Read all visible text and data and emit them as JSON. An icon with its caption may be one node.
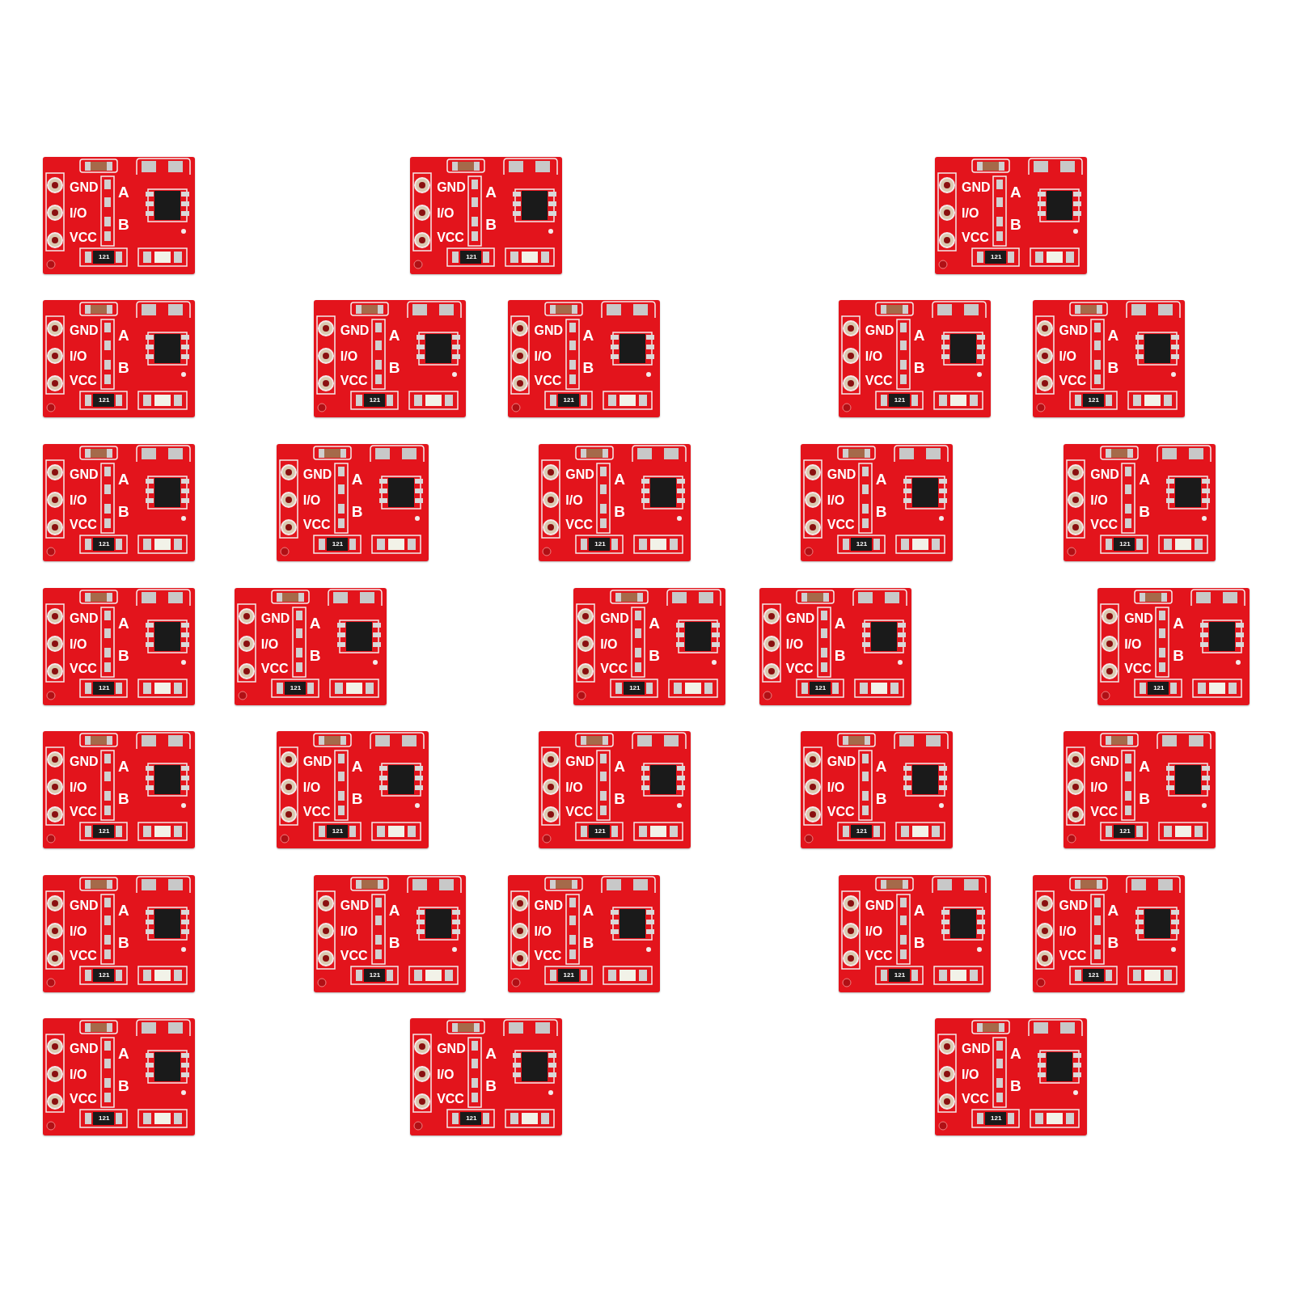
{
  "diagram": {
    "nodes": [
      {
        "text": [
          "GND",
          "I/O",
          "VCC",
          "A",
          "B",
          "121"
        ]
      },
      {
        "text": [
          "GND",
          "I/O",
          "VCC",
          "A",
          "B",
          "121"
        ]
      },
      {
        "text": [
          "GND",
          "I/O",
          "VCC",
          "A",
          "B",
          "121"
        ]
      },
      {
        "text": [
          "GND",
          "I/O",
          "VCC",
          "A",
          "B",
          "121"
        ]
      },
      {
        "text": [
          "GND",
          "I/O",
          "VCC",
          "A",
          "B",
          "121"
        ]
      },
      {
        "text": [
          "GND",
          "I/O",
          "VCC",
          "A",
          "B",
          "121"
        ]
      },
      {
        "text": [
          "GND",
          "I/O",
          "VCC",
          "A",
          "B",
          "121"
        ]
      },
      {
        "text": [
          "GND",
          "I/O",
          "VCC",
          "A",
          "B",
          "121"
        ]
      },
      {
        "text": [
          "GND",
          "I/O",
          "VCC",
          "A",
          "B",
          "121"
        ]
      },
      {
        "text": [
          "GND",
          "I/O",
          "VCC",
          "A",
          "B",
          "121"
        ]
      },
      {
        "text": [
          "GND",
          "I/O",
          "VCC",
          "A",
          "B",
          "121"
        ]
      },
      {
        "text": [
          "GND",
          "I/O",
          "VCC",
          "A",
          "B",
          "121"
        ]
      },
      {
        "text": [
          "GND",
          "I/O",
          "VCC",
          "A",
          "B",
          "121"
        ]
      },
      {
        "text": [
          "GND",
          "I/O",
          "VCC",
          "A",
          "B",
          "121"
        ]
      },
      {
        "text": [
          "GND",
          "I/O",
          "VCC",
          "A",
          "B",
          "121"
        ]
      },
      {
        "text": [
          "GND",
          "I/O",
          "VCC",
          "A",
          "B",
          "121"
        ]
      },
      {
        "text": [
          "GND",
          "I/O",
          "VCC",
          "A",
          "B",
          "121"
        ]
      },
      {
        "text": [
          "GND",
          "I/O",
          "VCC",
          "A",
          "B",
          "121"
        ]
      },
      {
        "text": [
          "GND",
          "I/O",
          "VCC",
          "A",
          "B",
          "121"
        ]
      },
      {
        "text": [
          "GND",
          "I/O",
          "VCC",
          "A",
          "B",
          "121"
        ]
      },
      {
        "text": [
          "GND",
          "I/O",
          "VCC",
          "A",
          "B",
          "121"
        ]
      },
      {
        "text": [
          "GND",
          "I/O",
          "VCC",
          "A",
          "B",
          "121"
        ]
      },
      {
        "text": [
          "GND",
          "I/O",
          "VCC",
          "A",
          "B",
          "121"
        ]
      },
      {
        "text": [
          "GND",
          "I/O",
          "VCC",
          "A",
          "B",
          "121"
        ]
      },
      {
        "text": [
          "GND",
          "I/O",
          "VCC",
          "A",
          "B",
          "121"
        ]
      },
      {
        "text": [
          "GND",
          "I/O",
          "VCC",
          "A",
          "B",
          "121"
        ]
      },
      {
        "text": [
          "GND",
          "I/O",
          "VCC",
          "A",
          "B",
          "121"
        ]
      },
      {
        "text": [
          "GND",
          "I/O",
          "VCC",
          "A",
          "B",
          "121"
        ]
      },
      {
        "text": [
          "GND",
          "I/O",
          "VCC",
          "A",
          "B",
          "121"
        ]
      },
      {
        "text": [
          "GND",
          "I/O",
          "VCC",
          "A",
          "B",
          "121"
        ]
      },
      {
        "text": [
          "GND",
          "I/O",
          "VCC",
          "A",
          "B",
          "121"
        ]
      }
    ]
  }
}
